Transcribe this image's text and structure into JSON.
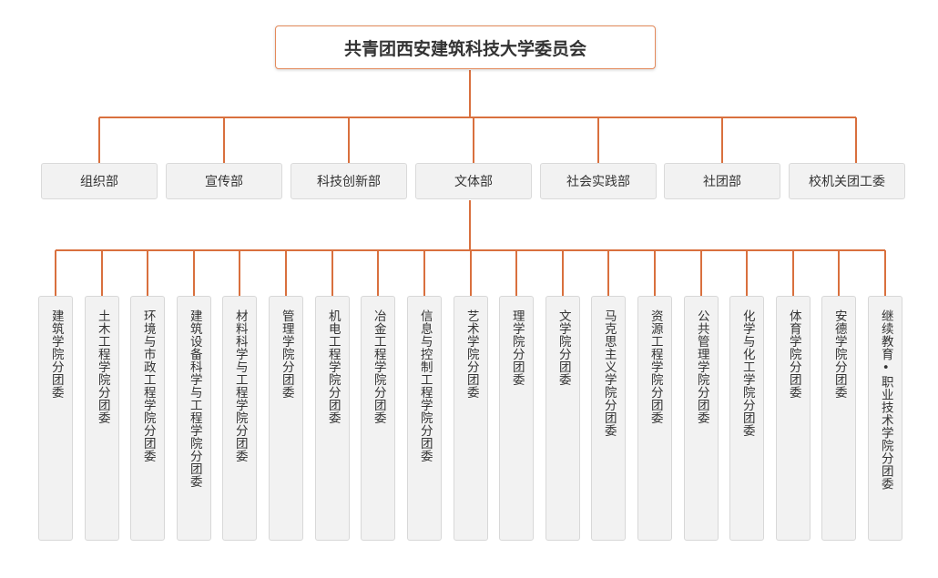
{
  "root": {
    "label": "共青团西安建筑科技大学委员会"
  },
  "departments": [
    {
      "label": "组织部"
    },
    {
      "label": "宣传部"
    },
    {
      "label": "科技创新部"
    },
    {
      "label": "文体部"
    },
    {
      "label": "社会实践部"
    },
    {
      "label": "社团部"
    },
    {
      "label": "校机关团工委"
    }
  ],
  "units": [
    {
      "label": "建筑学院分团委"
    },
    {
      "label": "土木工程学院分团委"
    },
    {
      "label": "环境与市政工程学院分团委"
    },
    {
      "label": "建筑设备科学与工程学院分团委"
    },
    {
      "label": "材料科学与工程学院分团委"
    },
    {
      "label": "管理学院分团委"
    },
    {
      "label": "机电工程学院分团委"
    },
    {
      "label": "冶金工程学院分团委"
    },
    {
      "label": "信息与控制工程学院分团委"
    },
    {
      "label": "艺术学院分团委"
    },
    {
      "label": "理学院分团委"
    },
    {
      "label": "文学院分团委"
    },
    {
      "label": "马克思主义学院分团委"
    },
    {
      "label": "资源工程学院分团委"
    },
    {
      "label": "公共管理学院分团委"
    },
    {
      "label": "化学与化工学院分团委"
    },
    {
      "label": "体育学院分团委"
    },
    {
      "label": "安德学院分团委"
    },
    {
      "label": "继续教育•职业技术学院分团委"
    }
  ],
  "colors": {
    "connector": "#d9703e",
    "root_border": "#e48a5b",
    "box_fill": "#f2f2f2"
  }
}
